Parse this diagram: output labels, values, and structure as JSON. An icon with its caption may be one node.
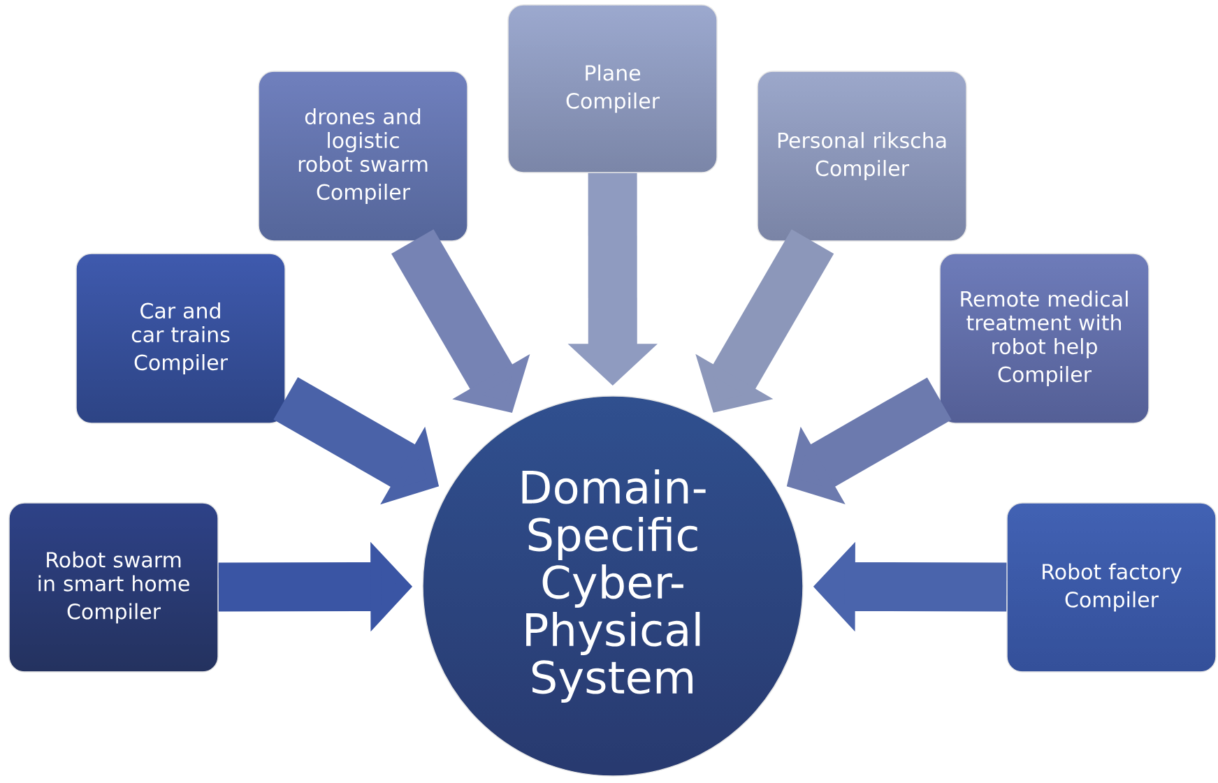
{
  "diagram": {
    "nodes": [
      {
        "text": [
          "Robot swarm in smart home",
          "Compiler"
        ]
      },
      {
        "text": [
          "Car and car trains",
          "Compiler"
        ]
      },
      {
        "text": [
          "drones and logistic robot swarm",
          "Compiler"
        ]
      },
      {
        "text": [
          "Plane",
          "Compiler"
        ]
      },
      {
        "text": [
          "Personal rikscha",
          "Compiler"
        ]
      },
      {
        "text": [
          "Remote medical treatment with robot help",
          "Compiler"
        ]
      },
      {
        "text": [
          "Robot factory",
          "Compiler"
        ]
      },
      {
        "text": [
          "Domain-Specific Cyber-Physical System"
        ]
      }
    ],
    "edges": [
      {
        "from": 0,
        "to": 7,
        "arrow": "to"
      },
      {
        "from": 1,
        "to": 7,
        "arrow": "to"
      },
      {
        "from": 2,
        "to": 7,
        "arrow": "to"
      },
      {
        "from": 3,
        "to": 7,
        "arrow": "to"
      },
      {
        "from": 4,
        "to": 7,
        "arrow": "to"
      },
      {
        "from": 5,
        "to": 7,
        "arrow": "to"
      },
      {
        "from": 6,
        "to": 7,
        "arrow": "to"
      }
    ]
  }
}
